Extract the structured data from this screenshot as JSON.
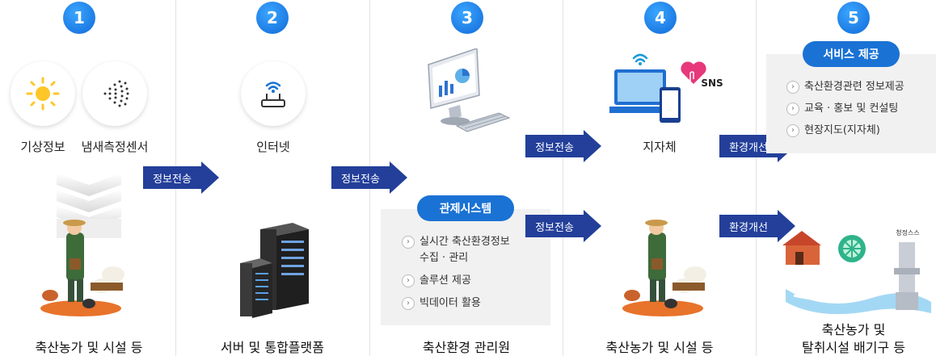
{
  "steps": [
    "1",
    "2",
    "3",
    "4",
    "5"
  ],
  "col1": {
    "icon1_label": "기상정보",
    "icon2_label": "냄새측정센서",
    "bottom_label": "축산농가 및 시설 등"
  },
  "col2": {
    "icon_label": "인터넷",
    "bottom_label": "서버 및 통합플랫폼"
  },
  "col3": {
    "system_title": "관제시스템",
    "items": [
      "실시간 축산환경정보",
      "수집 · 관리",
      "솔루션 제공",
      "빅데이터 활용"
    ],
    "bottom_label": "축산환경 관리원"
  },
  "col4": {
    "top_label": "지자체",
    "sns": "SNS",
    "bottom_label": "축산농가 및 시설 등"
  },
  "col5": {
    "service_title": "서비스 제공",
    "items": [
      "축산환경관련 정보제공",
      "교육 · 홍보 및 컨설팅",
      "현장지도(지자체)"
    ],
    "bottom_line1": "축산농가 및",
    "bottom_line2": "탈취시설 배기구 등",
    "tower_text": "청정스스"
  },
  "arrows": {
    "a1": "정보전송",
    "a2": "정보전송",
    "a3_top": "정보전송",
    "a3_bottom": "정보전송",
    "a4_top": "환경개선",
    "a4_bottom": "환경개선"
  },
  "colors": {
    "step_blue": "#1a72d4",
    "arrow_navy": "#233f9a",
    "panel_gray": "#f1f1f1"
  }
}
